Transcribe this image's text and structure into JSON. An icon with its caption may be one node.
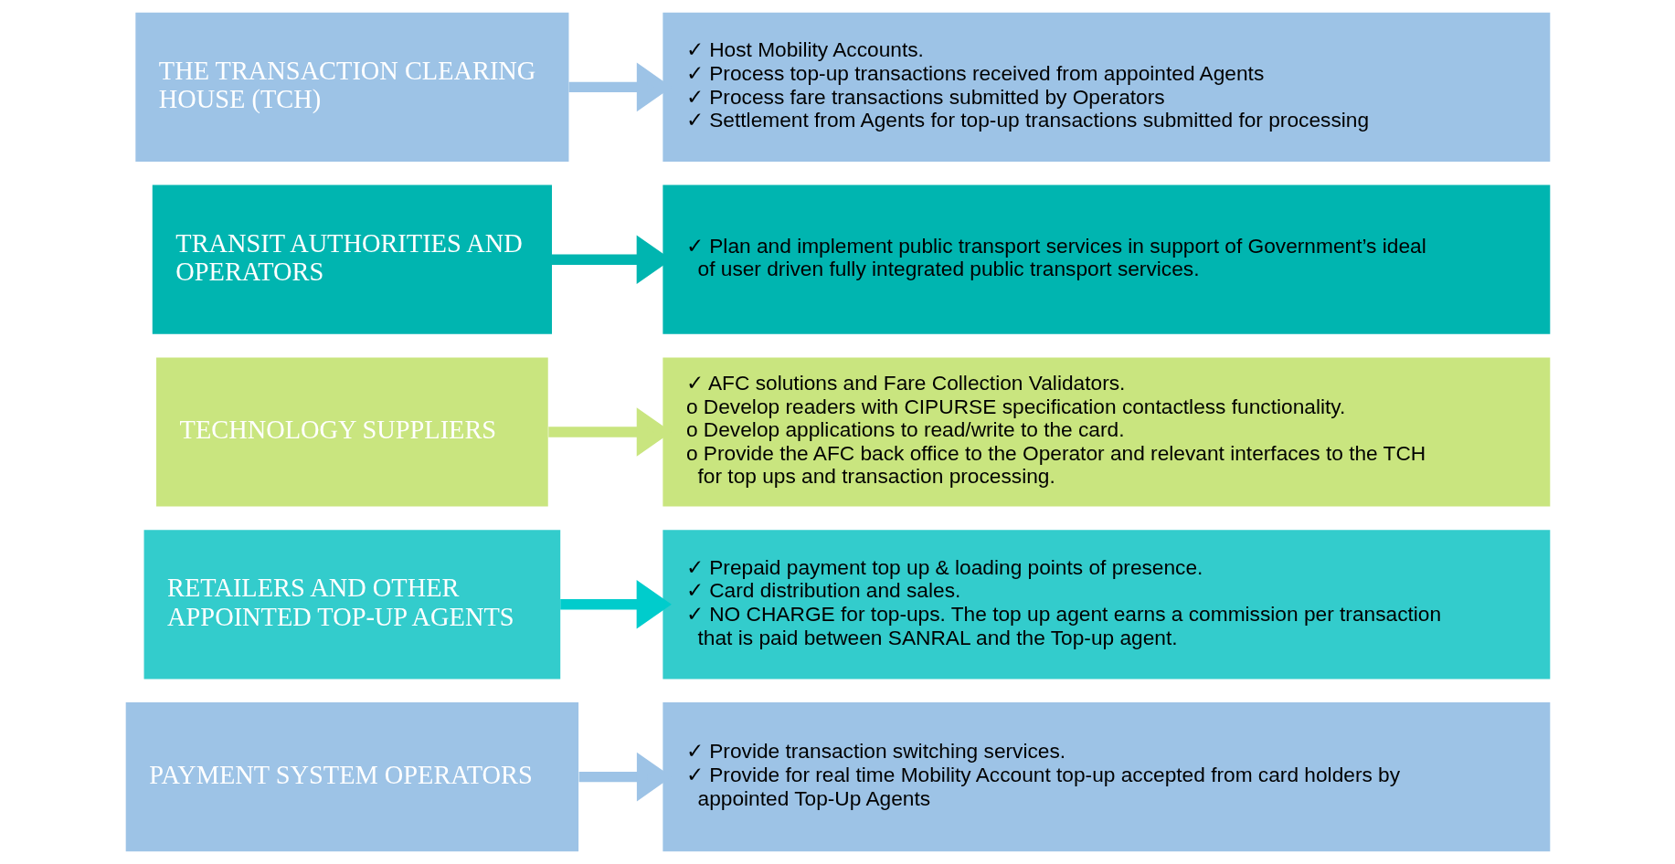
{
  "diagram": {
    "nodes": [
      {
        "text": [
          "PAYMENT SYSTEM OPERATORS"
        ]
      },
      {
        "text": [
          "✓ Provide transaction switching services.",
          "✓ Provide for real time Mobility Account top-up accepted from card holders by appointed Top-Up Agents"
        ]
      },
      {
        "text": [
          "RETAILERS AND OTHER APPOINTED TOP-UP AGENTS"
        ]
      },
      {
        "text": [
          "✓ Prepaid payment top up & loading points of presence.",
          "✓ Card distribution and sales.",
          "✓ NO CHARGE for top-ups. The top up agent earns a commission per transaction that is paid between SANRAL and the Top-up agent."
        ]
      },
      {
        "text": [
          "TECHNOLOGY SUPPLIERS"
        ]
      },
      {
        "text": [
          "✓ AFC solutions and Fare Collection Validators.",
          "o Develop readers with CIPURSE specification contactless functionality.",
          "o Develop applications to read/write to the card.",
          "o Provide the AFC back office to the Operator and relevant interfaces to the TCH for top ups and transaction processing."
        ]
      },
      {
        "text": [
          "TRANSIT AUTHORITIES AND OPERATORS"
        ]
      },
      {
        "text": [
          "✓ Plan and implement public transport services in support of Government’s ideal of user driven fully integrated public transport services."
        ]
      },
      {
        "text": [
          "THE TRANSACTION CLEARING HOUSE (TCH)"
        ]
      },
      {
        "text": [
          "✓ Host Mobility Accounts.",
          "✓ Process top-up transactions received from appointed Agents",
          "✓ Process fare transactions submitted by Operators",
          "✓ Settlement from Agents for top-up transactions submitted for processing"
        ]
      }
    ],
    "edges": [
      {
        "from": 0,
        "to": 1,
        "arrow": "to",
        "color": "#9dc3e6"
      },
      {
        "from": 2,
        "to": 3,
        "arrow": "to",
        "color": "#00cccc"
      },
      {
        "from": 4,
        "to": 5,
        "arrow": "to",
        "color": "#c9e57f"
      },
      {
        "from": 6,
        "to": 7,
        "arrow": "to",
        "color": "#00b5b0"
      },
      {
        "from": 8,
        "to": 9,
        "arrow": "to",
        "color": "#9dc3e6"
      }
    ]
  }
}
